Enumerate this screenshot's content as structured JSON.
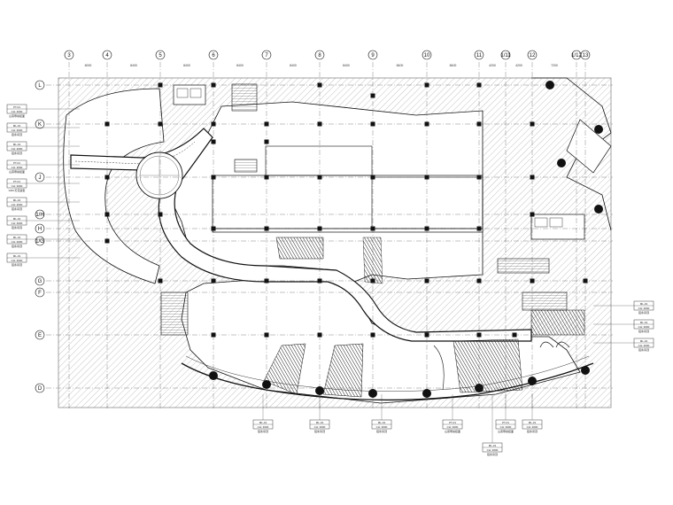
{
  "drawing": {
    "background": "#ffffff",
    "line_color": "#1a1a1a",
    "hatch_color": "#9a9a9a"
  },
  "top_axes": [
    "3",
    "4",
    "5",
    "6",
    "7",
    "8",
    "9",
    "10",
    "11",
    "1/11",
    "12",
    "1/12",
    "13"
  ],
  "top_dimensions": [
    "6000",
    "8400",
    "8400",
    "8400",
    "8400",
    "8400",
    "8400",
    "8400",
    "4200",
    "4200",
    "7200",
    "",
    ""
  ],
  "left_axes": [
    "L",
    "K",
    "J",
    "1/H",
    "H",
    "1/G",
    "G",
    "F",
    "E",
    "D"
  ],
  "left_tags": [
    {
      "code": "PT-01",
      "spec": "CH: 3000",
      "note": "山茶尊悬挂面"
    },
    {
      "code": "ML-01",
      "spec": "CH: 3000",
      "note": "铝条吊顶"
    },
    {
      "code": "ML-01",
      "spec": "CH: 3000",
      "note": "铝条吊顶"
    },
    {
      "code": "PT-01",
      "spec": "CH: 3000",
      "note": "山茶尊悬挂面"
    },
    {
      "code": "PT-01",
      "spec": "CH: 3000",
      "note": "GRC天花造型"
    },
    {
      "code": "ML-01",
      "spec": "CH: 3000",
      "note": "铝条吊顶"
    },
    {
      "code": "ML-01",
      "spec": "CH: 3000",
      "note": "铝条吊顶"
    },
    {
      "code": "ML-01",
      "spec": "CH: 3000",
      "note": "铝条吊顶"
    },
    {
      "code": "ML-01",
      "spec": "CH: 3000",
      "note": "铝条吊顶"
    }
  ],
  "right_tags": [
    {
      "code": "ML-01",
      "spec": "CH: 3000",
      "note": "铝条吊顶"
    },
    {
      "code": "ML-01",
      "spec": "CH: 3000",
      "note": "铝条吊顶"
    },
    {
      "code": "ML-01",
      "spec": "CH: 3000",
      "note": "铝条吊顶"
    }
  ],
  "bottom_tags": [
    {
      "code": "ML-01",
      "spec": "CH: 3000",
      "note": "铝条吊顶"
    },
    {
      "code": "ML-01",
      "spec": "CH: 3000",
      "note": "铝条吊顶"
    },
    {
      "code": "ML-01",
      "spec": "CH: 3000",
      "note": "铝条吊顶"
    },
    {
      "code": "PT-01",
      "spec": "CH: 3000",
      "note": "山茶尊悬挂面"
    },
    {
      "code": "ML-01",
      "spec": "CH: 3000",
      "note": "铝条吊顶"
    },
    {
      "code": "PT-01",
      "spec": "CH: 3000",
      "note": "山茶尊悬挂面"
    },
    {
      "code": "ML-01",
      "spec": "CH: 3000",
      "note": "铝条吊顶"
    }
  ]
}
